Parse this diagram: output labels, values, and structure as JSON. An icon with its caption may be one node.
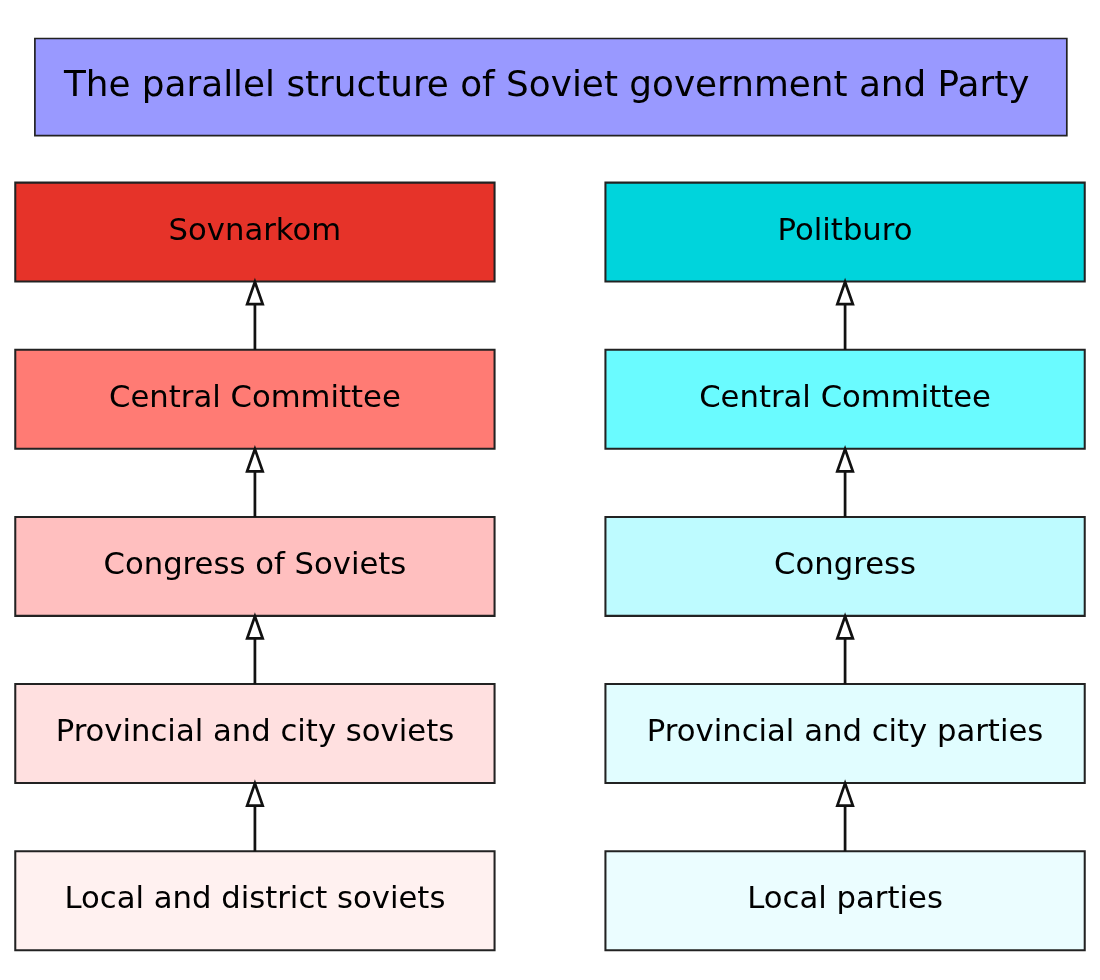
{
  "diagram": {
    "title": "The parallel structure of Soviet government and Party",
    "nodes": [
      {
        "text": [
          "Sovnarkom"
        ]
      },
      {
        "text": [
          "Politburo"
        ]
      },
      {
        "text": [
          "Central Committee"
        ]
      },
      {
        "text": [
          "Central Committee"
        ]
      },
      {
        "text": [
          "Congress of Soviets"
        ]
      },
      {
        "text": [
          "Congress"
        ]
      },
      {
        "text": [
          "Provincial and city soviets"
        ]
      },
      {
        "text": [
          "Provincial and city parties"
        ]
      },
      {
        "text": [
          "Local and district soviets"
        ]
      },
      {
        "text": [
          "Local parties"
        ]
      }
    ],
    "edges": [
      {
        "from": 8,
        "to": 6,
        "arrow": "to"
      },
      {
        "from": 6,
        "to": 4,
        "arrow": "to"
      },
      {
        "from": 4,
        "to": 2,
        "arrow": "to"
      },
      {
        "from": 2,
        "to": 0,
        "arrow": "to"
      },
      {
        "from": 9,
        "to": 7,
        "arrow": "to"
      },
      {
        "from": 7,
        "to": 5,
        "arrow": "to"
      },
      {
        "from": 5,
        "to": 3,
        "arrow": "to"
      },
      {
        "from": 3,
        "to": 1,
        "arrow": "to"
      }
    ]
  }
}
